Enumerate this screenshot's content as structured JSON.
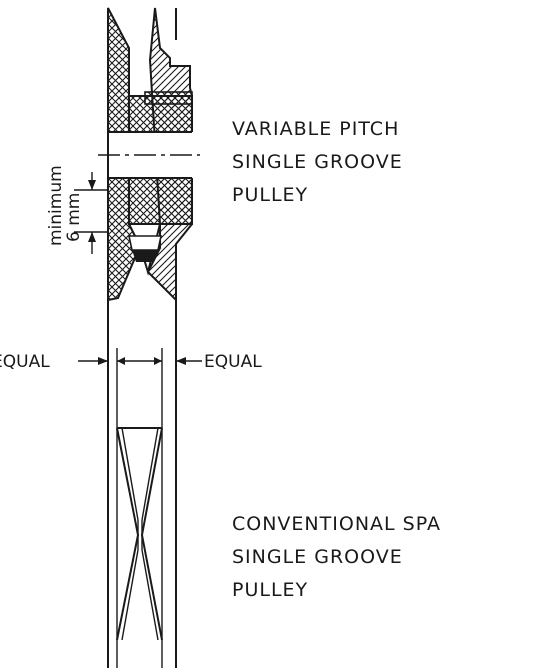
{
  "labels": {
    "variable_title_1": "VARIABLE PITCH",
    "variable_title_2": "SINGLE GROOVE",
    "variable_title_3": "PULLEY",
    "conventional_title_1": "CONVENTIONAL SPA",
    "conventional_title_2": "SINGLE GROOVE",
    "conventional_title_3": "PULLEY",
    "minimum": "minimum",
    "six_mm": "6 mm",
    "equal_left": "EQUAL",
    "equal_right": "EQUAL"
  }
}
